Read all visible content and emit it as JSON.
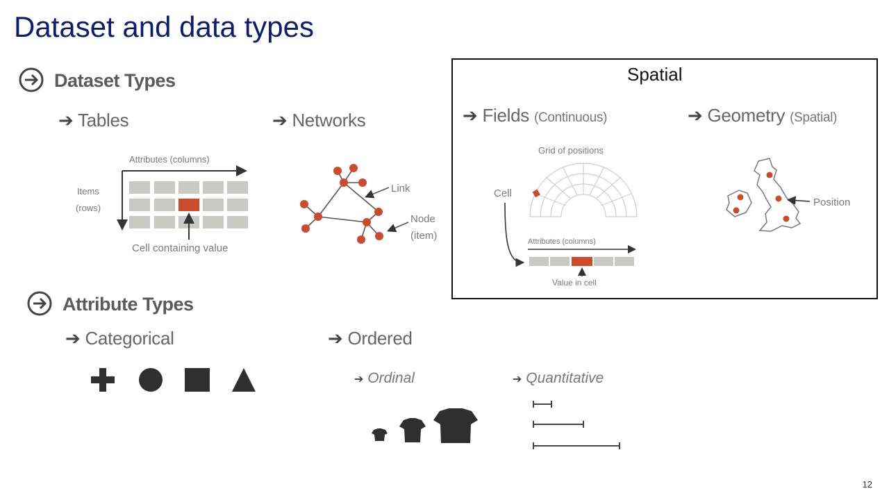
{
  "slide": {
    "title": "Dataset and data types",
    "page_number": "12",
    "spatial_label": "Spatial"
  },
  "dataset_types": {
    "heading": "Dataset Types",
    "tables": {
      "heading": "Tables",
      "attributes_label": "Attributes (columns)",
      "items_label_line1": "Items",
      "items_label_line2": "(rows)",
      "cell_label": "Cell containing value"
    },
    "networks": {
      "heading": "Networks",
      "link_label": "Link",
      "node_label_line1": "Node",
      "node_label_line2": "(item)"
    },
    "fields": {
      "heading": "Fields",
      "subheading": "(Continuous)",
      "grid_label": "Grid of positions",
      "cell_label": "Cell",
      "attributes_label": "Attributes (columns)",
      "value_label": "Value in cell"
    },
    "geometry": {
      "heading": "Geometry",
      "subheading": "(Spatial)",
      "position_label": "Position"
    }
  },
  "attribute_types": {
    "heading": "Attribute Types",
    "categorical": {
      "heading": "Categorical"
    },
    "ordered": {
      "heading": "Ordered",
      "ordinal": "Ordinal",
      "quantitative": "Quantitative"
    }
  },
  "colors": {
    "title": "#0b1d6e",
    "accent": "#cc4b2a",
    "cell_gray": "#c8c8c4",
    "icon_dark": "#2f2f2f"
  },
  "icons": [
    "circle-arrow-icon",
    "arrow-right-icon",
    "plus-icon",
    "circle-icon",
    "square-icon",
    "triangle-icon",
    "tshirt-icon"
  ]
}
